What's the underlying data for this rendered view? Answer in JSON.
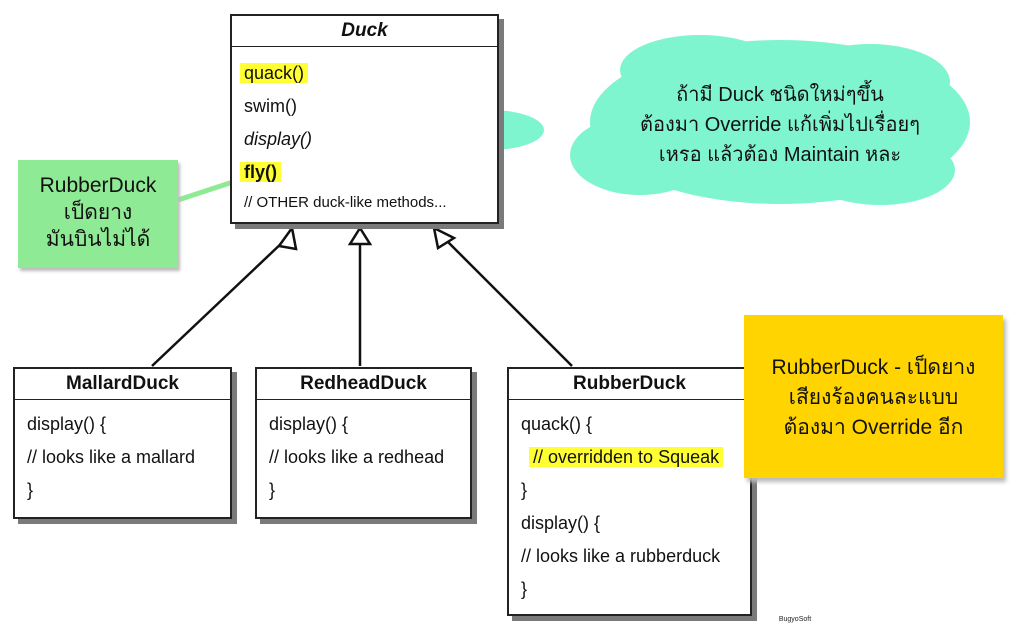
{
  "duck": {
    "title": "Duck",
    "methods": [
      "quack()",
      "swim()",
      "display()",
      "fly()",
      "// OTHER duck-like methods..."
    ]
  },
  "mallard": {
    "title": "MallardDuck",
    "lines": [
      "display() {",
      "// looks like a mallard",
      "}"
    ]
  },
  "redhead": {
    "title": "RedheadDuck",
    "lines": [
      "display() {",
      "// looks like a redhead",
      "}"
    ]
  },
  "rubber": {
    "title": "RubberDuck",
    "lines": [
      "quack() {",
      "// overridden to Squeak",
      "}",
      "display() {",
      "// looks like a rubberduck",
      "}"
    ]
  },
  "notes": {
    "green": [
      "RubberDuck",
      "เป็ดยาง",
      "มันบินไม่ได้"
    ],
    "cloud": [
      "ถ้ามี Duck ชนิดใหม่ๆขึ้น",
      "ต้องมา Override แก้เพิ่มไปเรื่อยๆ",
      "เหรอ แล้วต้อง Maintain หละ"
    ],
    "yellow": [
      "RubberDuck - เป็ดยาง",
      "เสียงร้องคนละแบบ",
      "ต้องมา Override อีก"
    ]
  },
  "colors": {
    "highlight": "#ffff33",
    "green_note": "#8eea94",
    "cloud": "#7ff5cf",
    "yellow_note": "#ffd400"
  },
  "watermark": "BugyoSoft"
}
